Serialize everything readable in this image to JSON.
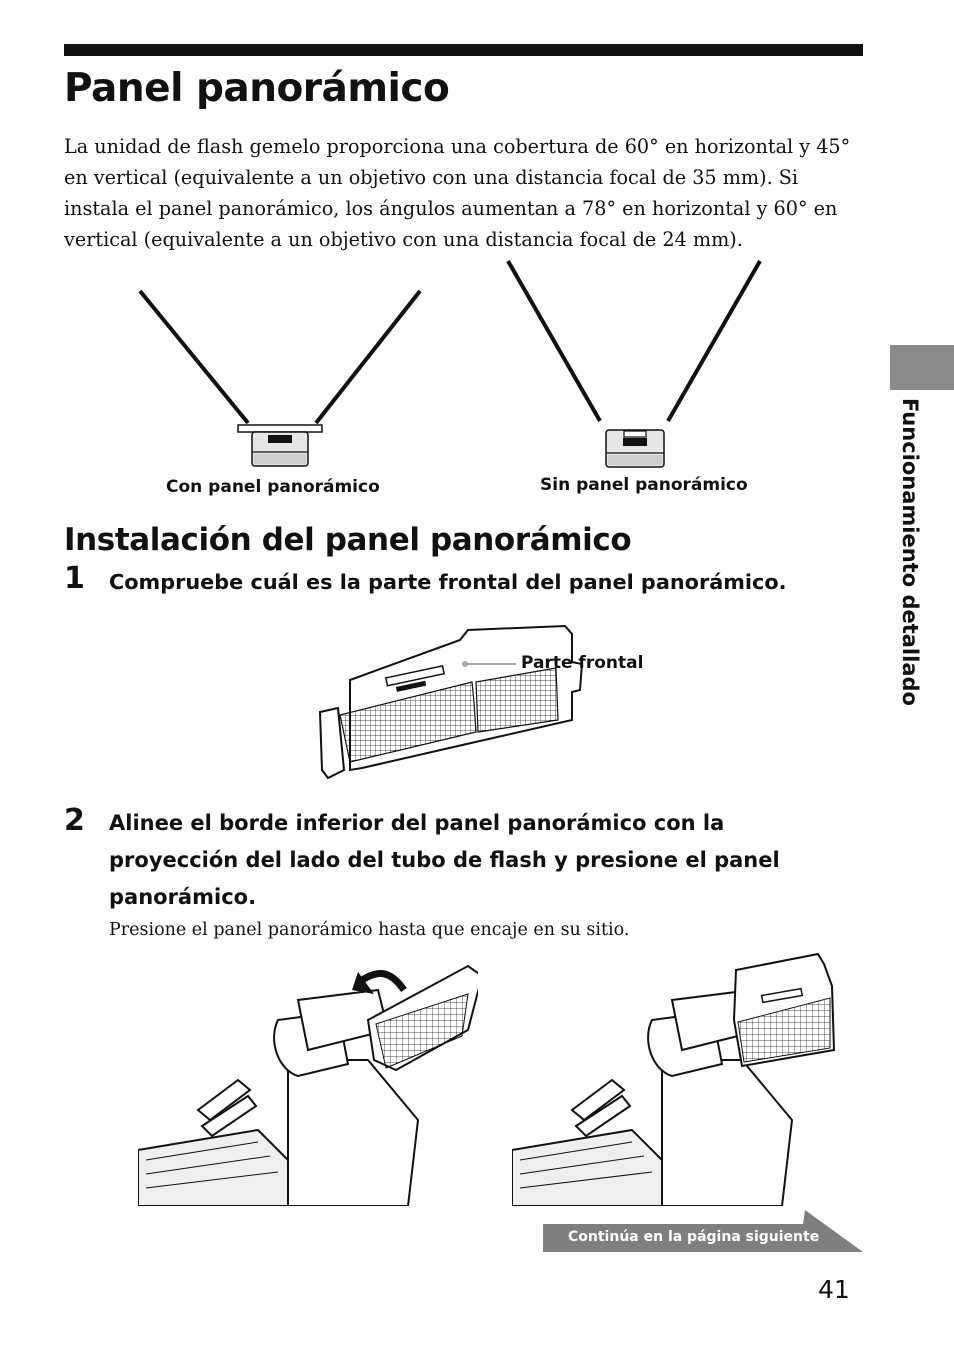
{
  "page": {
    "title": "Panel panorámico",
    "intro": "La unidad de flash gemelo proporciona una cobertura de 60° en horizontal y 45° en vertical (equivalente a un objetivo con una distancia focal de 35 mm). Si instala el panel panorámico, los ángulos aumentan a 78° en horizontal y 60° en vertical (equivalente a un objetivo con una distancia focal de 24 mm).",
    "page_number": "41",
    "continue_label": "Continúa en la página siguiente"
  },
  "side_tab": {
    "label": "Funcionamiento detallado"
  },
  "figure1": {
    "with_panel_caption": "Con panel panorámico",
    "without_panel_caption": "Sin panel panorámico"
  },
  "section": {
    "title": "Instalación del panel panorámico",
    "steps": [
      {
        "number": "1",
        "text": "Compruebe cuál es la parte frontal del panel panorámico.",
        "figure_label": "Parte frontal"
      },
      {
        "number": "2",
        "text": "Alinee el borde inferior del panel panorámico con la proyección del lado del tubo de flash y presione el panel panorámico.",
        "note": "Presione el panel panorámico hasta que encaje en su sitio."
      }
    ]
  }
}
